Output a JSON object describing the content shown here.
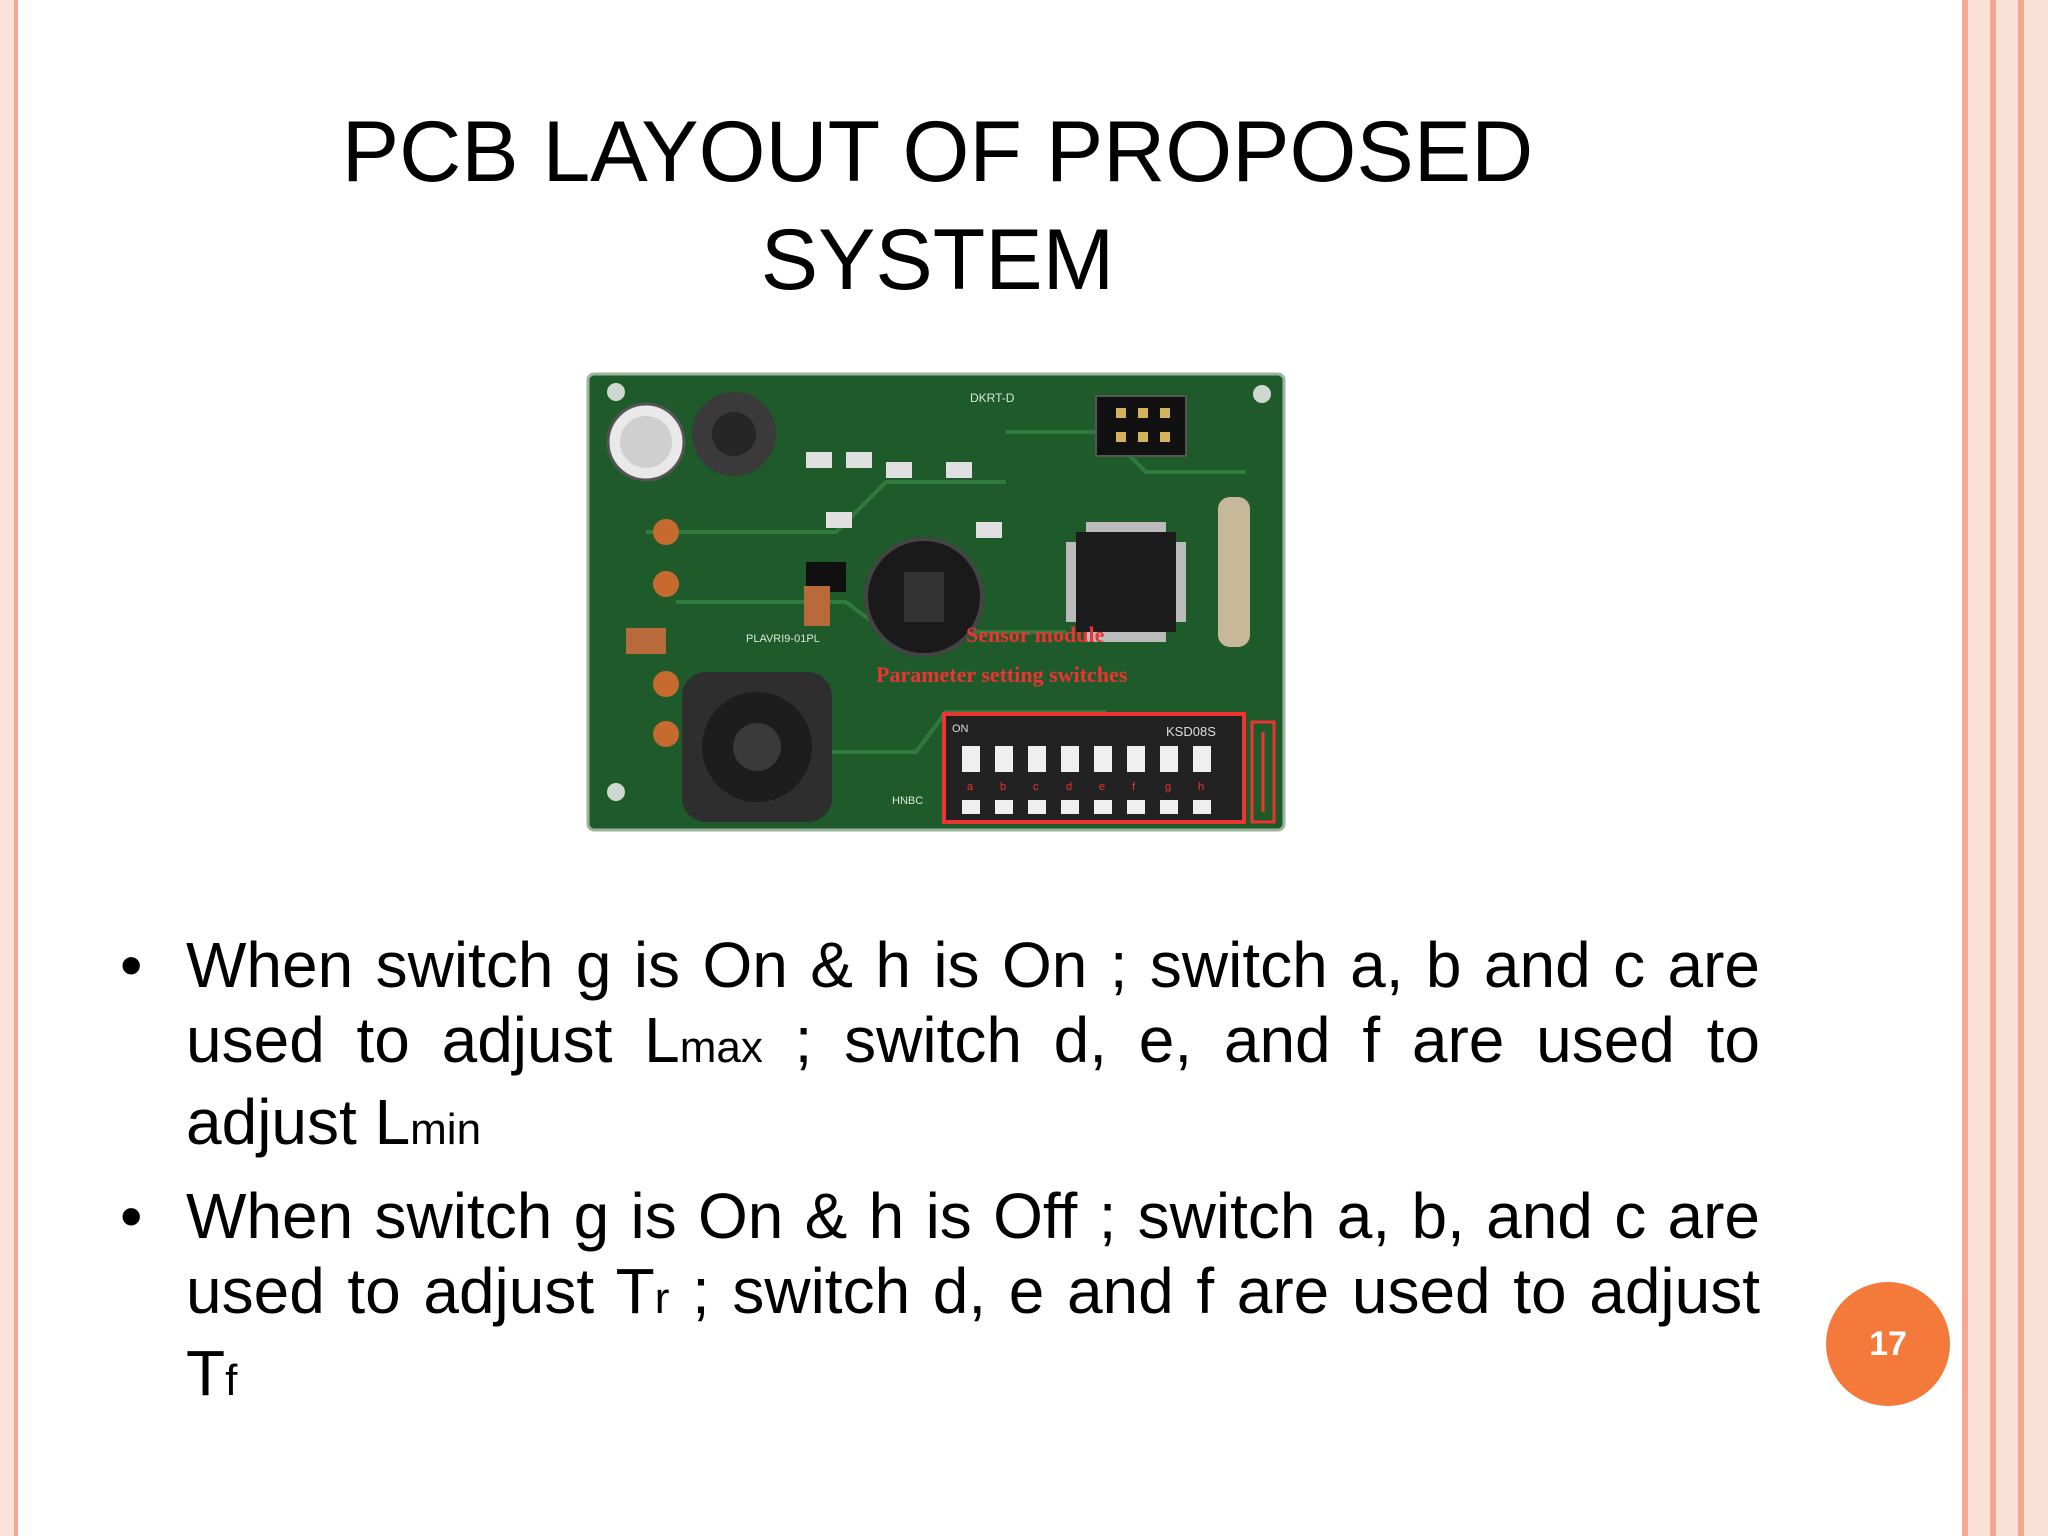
{
  "slide": {
    "title_line1": "PCB LAYOUT OF PROPOSED",
    "title_line2": "SYSTEM",
    "page_number": "17"
  },
  "board": {
    "silkscreen_top": "DKRT-D",
    "chip_label": "PLAVRI9-01PL",
    "label_red_1": "Sensor module",
    "label_red_2": "Parameter setting switches",
    "dip_label": "KSD08S",
    "dip_on": "ON",
    "dip_letters": [
      "a",
      "b",
      "c",
      "d",
      "e",
      "f",
      "g",
      "h"
    ],
    "corner_label": "HNBC"
  },
  "bullets": [
    {
      "seg1": "When switch g is On & h is On ; switch a, b and c are used to adjust L",
      "sub1": "max",
      "seg2": " ; switch d, e, and f are used to adjust L",
      "sub2": "min"
    },
    {
      "seg1": "When switch g is On & h is Off ; switch a, b, and c are used to adjust T",
      "sub1": "r",
      "seg2": " ; switch d, e and f are used to adjust T",
      "sub2": "f"
    }
  ],
  "colors": {
    "accent": "#f47a3c",
    "edge": "#f3a98f",
    "pcb_green": "#1f5b2a"
  }
}
